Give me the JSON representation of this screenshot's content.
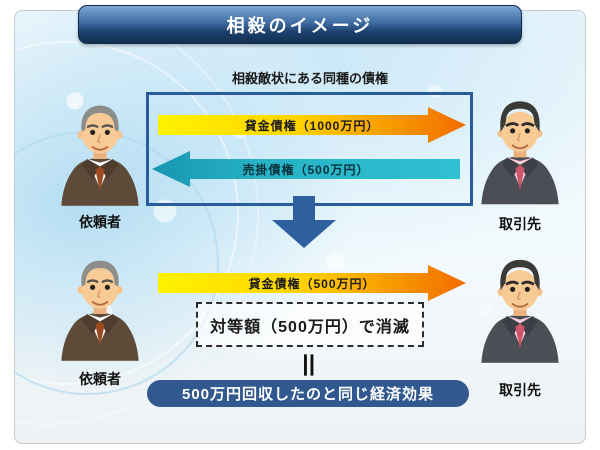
{
  "title": "相殺のイメージ",
  "actors": {
    "client": "依頼者",
    "partner": "取引先"
  },
  "diagram": {
    "relation_label": "相殺敵状にある同種の債権",
    "loan_arrow_top": "貸金債権（1000万円）",
    "sales_arrow": "売掛債権（500万円）",
    "loan_arrow_bottom": "貸金債権（500万円）",
    "offset_note": "対等額（500万円）で消滅",
    "equals_sign": "＝",
    "result_banner": "500万円回収したのと同じ経済効果"
  },
  "colors": {
    "title_bar_top": "#7ba7d4",
    "title_bar_bottom": "#12304f",
    "box_border": "#2a5c9c",
    "arrow_yellow": "#fff200",
    "arrow_orange": "#f26c00",
    "arrow_teal_dark": "#1795b0",
    "arrow_teal_light": "#2fc0d2",
    "down_arrow": "#2e5f9f",
    "banner_bg": "#32598f"
  }
}
